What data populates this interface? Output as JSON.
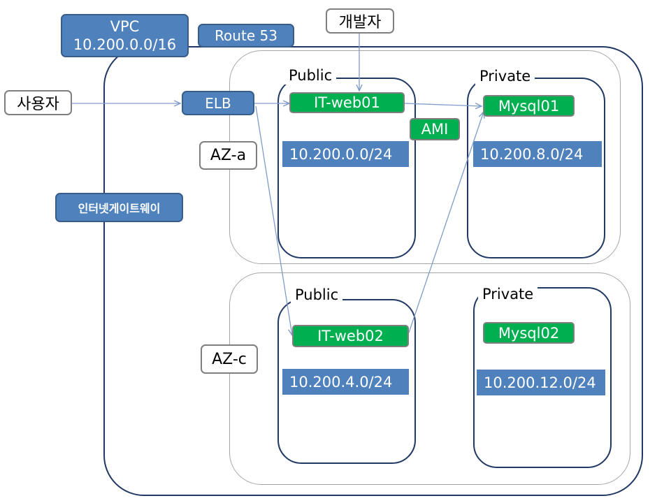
{
  "vpc": {
    "name": "VPC",
    "cidr": "10.200.0.0/16"
  },
  "route53": "Route 53",
  "user": "사용자",
  "developer": "개발자",
  "elb": "ELB",
  "ami": "AMI",
  "igw": "인터넷게이트웨이",
  "az_a": {
    "label": "AZ-a",
    "public": {
      "label": "Public",
      "cidr": "10.200.0.0/24",
      "instance": "IT-web01"
    },
    "private": {
      "label": "Private",
      "cidr": "10.200.8.0/24",
      "instance": "Mysql01"
    }
  },
  "az_c": {
    "label": "AZ-c",
    "public": {
      "label": "Public",
      "cidr": "10.200.4.0/24",
      "instance": "IT-web02"
    },
    "private": {
      "label": "Private",
      "cidr": "10.200.12.0/24",
      "instance": "Mysql02"
    }
  },
  "colors": {
    "blue_fill": "#4f81bd",
    "green_fill": "#00b050",
    "frame_navy": "#1f3864",
    "connector": "#7f9cc9"
  }
}
